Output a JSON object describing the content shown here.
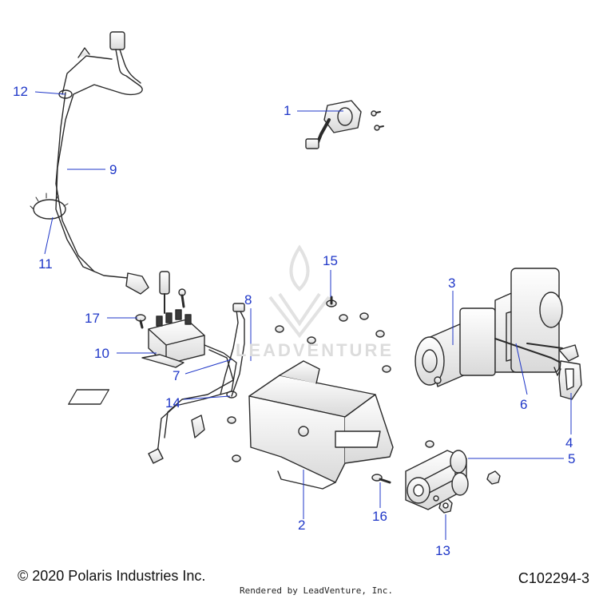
{
  "diagram": {
    "callouts": [
      "1",
      "2",
      "3",
      "4",
      "5",
      "6",
      "7",
      "8",
      "9",
      "10",
      "11",
      "12",
      "13",
      "14",
      "15",
      "16",
      "17"
    ],
    "watermark_text": "LEADVENTURE",
    "copyright": "© 2020 Polaris Industries Inc.",
    "figure_id": "C102294-3",
    "rendered_by": "Rendered by LeadVenture, Inc.",
    "colors": {
      "callout": "#1f37c8",
      "part_stroke": "#2a2a2a",
      "part_fill": "#f2f2f2",
      "watermark": "#e2e2e2"
    },
    "icons": [
      "winch-switch-icon",
      "winch-motor-icon",
      "mounting-bracket-icon",
      "solenoid-icon",
      "fairlead-icon",
      "hook-icon",
      "wire-harness-icon",
      "bolt-icon",
      "nut-icon",
      "cable-tie-icon"
    ]
  }
}
